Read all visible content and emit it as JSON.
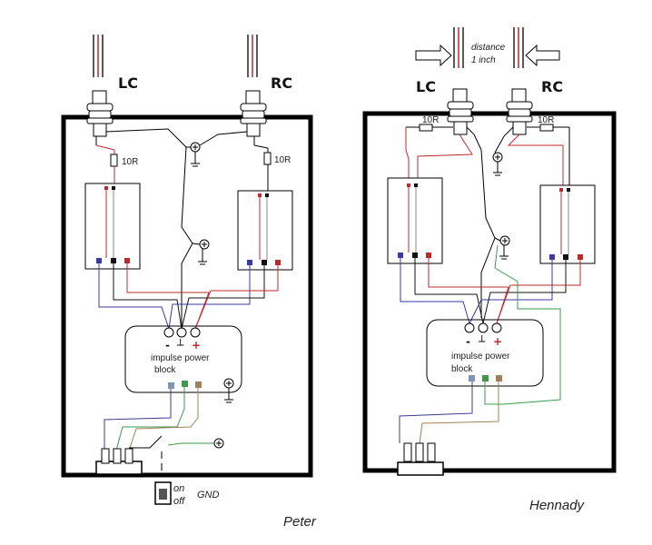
{
  "left": {
    "lc": "LC",
    "rc": "RC",
    "res_l": "10R",
    "res_r": "10R",
    "minus": "-",
    "ground_sym": "┴",
    "plus": "+",
    "block1": "impulse power",
    "block2": "block",
    "on": "on",
    "off": "off",
    "gnd": "GND",
    "author": "Peter"
  },
  "right": {
    "lc": "LC",
    "rc": "RC",
    "res_l": "10R",
    "res_r": "10R",
    "dist1": "distance",
    "dist2": "1  inch",
    "minus": "-",
    "ground_sym": "┴",
    "plus": "+",
    "block1": "impulse power",
    "block2": "block",
    "author": "Hennady"
  },
  "colors": {
    "red": "#c0282a",
    "blue": "#3a3aa0",
    "navy": "#3b3b8f",
    "green": "#3c9a4a",
    "tan": "#a0805a",
    "steel": "#7f95b5",
    "black": "#111111"
  }
}
